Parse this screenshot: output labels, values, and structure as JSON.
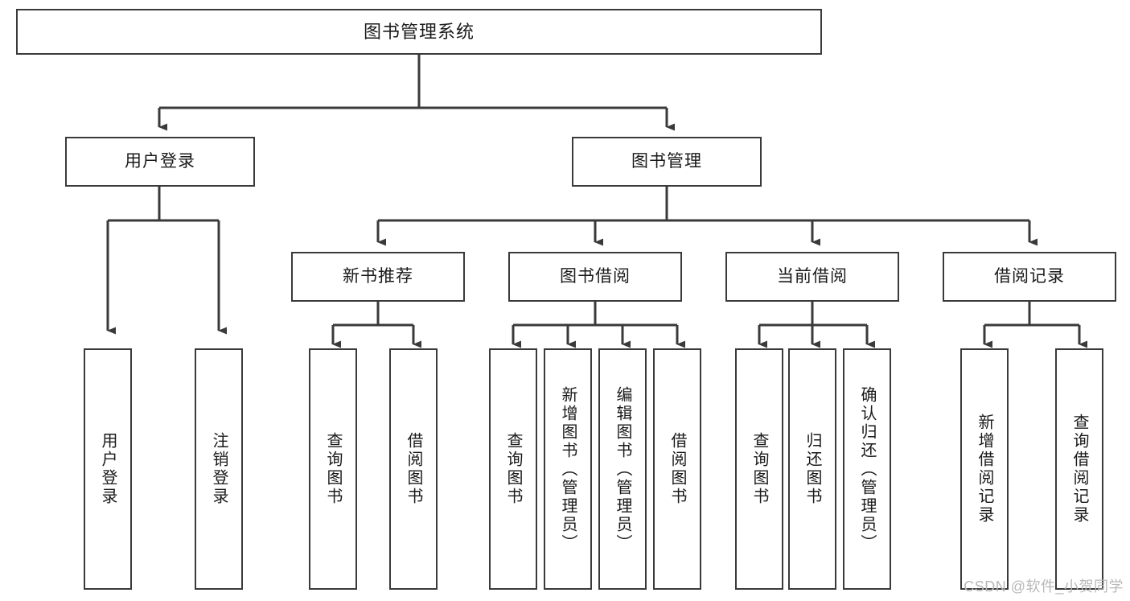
{
  "diagram": {
    "type": "tree",
    "title": "图书管理系统",
    "orientation": "top-down",
    "edge_color": "#3a3a3a",
    "box_border_color": "#3a3a3a",
    "box_fill_color": "#ffffff",
    "text_color": "#1a1a1a"
  },
  "nodes": {
    "root": {
      "label": "图书管理系统",
      "level": 1
    },
    "level2": [
      {
        "id": "user-login",
        "label": "用户登录",
        "level": 2
      },
      {
        "id": "book-management",
        "label": "图书管理",
        "level": 2
      }
    ],
    "level3": [
      {
        "id": "new-book-recommend",
        "label": "新书推荐",
        "level": 3,
        "parent": "book-management"
      },
      {
        "id": "book-borrow",
        "label": "图书借阅",
        "level": 3,
        "parent": "book-management"
      },
      {
        "id": "current-borrow",
        "label": "当前借阅",
        "level": 3,
        "parent": "book-management"
      },
      {
        "id": "borrow-record",
        "label": "借阅记录",
        "level": 3,
        "parent": "book-management"
      }
    ],
    "leaves": [
      {
        "id": "leaf-user-login",
        "label": "用户登录",
        "parent": "user-login"
      },
      {
        "id": "leaf-user-logout",
        "label": "注销登录",
        "parent": "user-login"
      },
      {
        "id": "leaf-query-book-1",
        "label": "查询图书",
        "parent": "new-book-recommend"
      },
      {
        "id": "leaf-borrow-book-1",
        "label": "借阅图书",
        "parent": "new-book-recommend"
      },
      {
        "id": "leaf-query-book-2",
        "label": "查询图书",
        "parent": "book-borrow"
      },
      {
        "id": "leaf-add-book",
        "label": "新增图书（管理员）",
        "parent": "book-borrow"
      },
      {
        "id": "leaf-edit-book",
        "label": "编辑图书（管理员）",
        "parent": "book-borrow"
      },
      {
        "id": "leaf-borrow-book-2",
        "label": "借阅图书",
        "parent": "book-borrow"
      },
      {
        "id": "leaf-query-book-3",
        "label": "查询图书",
        "parent": "current-borrow"
      },
      {
        "id": "leaf-return-book",
        "label": "归还图书",
        "parent": "current-borrow"
      },
      {
        "id": "leaf-confirm-return",
        "label": "确认归还（管理员）",
        "parent": "current-borrow"
      },
      {
        "id": "leaf-add-record",
        "label": "新增借阅记录",
        "parent": "borrow-record"
      },
      {
        "id": "leaf-query-record",
        "label": "查询借阅记录",
        "parent": "borrow-record"
      }
    ]
  },
  "watermark": {
    "text": "CSDN @软件_小贺同学"
  }
}
